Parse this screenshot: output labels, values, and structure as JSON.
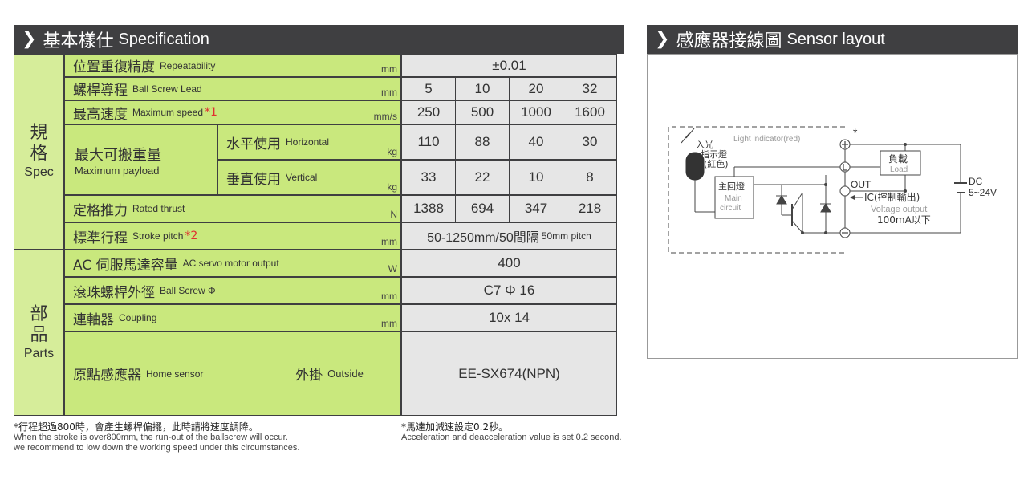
{
  "spec": {
    "header": {
      "arrow": "❯",
      "zh": "基本樣仕",
      "en": "Specification"
    },
    "side_spec": {
      "zh1": "規",
      "zh2": "格",
      "en": "Spec"
    },
    "side_parts": {
      "zh1": "部",
      "zh2": "品",
      "en": "Parts"
    },
    "rows": {
      "repeatability": {
        "zh": "位置重復精度",
        "en": "Repeatability",
        "unit": "mm",
        "value": "±0.01"
      },
      "lead": {
        "zh": "螺桿導程",
        "en": "Ball Screw Lead",
        "unit": "mm",
        "values": [
          "5",
          "10",
          "20",
          "32"
        ]
      },
      "speed": {
        "zh": "最高速度",
        "en": "Maximum speed",
        "note": "*1",
        "unit": "mm/s",
        "values": [
          "250",
          "500",
          "1000",
          "1600"
        ]
      },
      "payload": {
        "zh": "最大可搬重量",
        "en": "Maximum payload",
        "horizontal": {
          "zh": "水平使用",
          "en": "Horizontal",
          "unit": "kg",
          "values": [
            "110",
            "88",
            "40",
            "30"
          ]
        },
        "vertical": {
          "zh": "垂直使用",
          "en": "Vertical",
          "unit": "kg",
          "values": [
            "33",
            "22",
            "10",
            "8"
          ]
        }
      },
      "thrust": {
        "zh": "定格推力",
        "en": "Rated thrust",
        "unit": "N",
        "values": [
          "1388",
          "694",
          "347",
          "218"
        ]
      },
      "stroke": {
        "zh": "標準行程",
        "en": "Stroke pitch",
        "note": "*2",
        "unit": "mm",
        "value_main": "50-1250mm/50間隔",
        "value_small": "50mm pitch"
      },
      "motor": {
        "zh": "AC 伺服馬達容量",
        "en": "AC servo motor output",
        "unit": "W",
        "value": "400"
      },
      "screw_dia": {
        "zh": "滾珠螺桿外徑",
        "en": "Ball Screw Φ",
        "unit": "mm",
        "value": "C7 Φ 16"
      },
      "coupling": {
        "zh": "連軸器",
        "en": "Coupling",
        "unit": "mm",
        "value": "10x 14"
      },
      "home_sensor": {
        "zh": "原點感應器",
        "en": "Home sensor",
        "type_zh": "外掛",
        "type_en": "Outside",
        "value": "EE-SX674(NPN)"
      }
    }
  },
  "notes": {
    "left_zh": "*行程超過800時，會產生螺桿偏擺，此時請將速度調降。",
    "left_en1": "When the stroke is over800mm, the run-out of the ballscrew will occur.",
    "left_en2": "we recommend to low down the working speed under this circumstances.",
    "right_zh": "*馬達加減速設定0.2秒。",
    "right_en": "Acceleration and deacceleration value is set 0.2 second."
  },
  "sensor": {
    "header": {
      "arrow": "❯",
      "zh": "感應器接線圖",
      "en": "Sensor layout"
    },
    "light_indicator": "Light indicator(red)",
    "in_light": "入光",
    "indicator_zh": "指示燈",
    "red_zh": "(紅色)",
    "plus": "⊕",
    "star": "*",
    "l_term": "Ⓛ",
    "out": "OUT",
    "minus": "⊖",
    "load_zh": "負載",
    "load_en": "Load",
    "main_zh": "主回燈",
    "main_en1": "Main",
    "main_en2": "circuit",
    "ic": "IC(控制輸出)",
    "voltage_output": "Voltage output",
    "current": "100mA以下",
    "dc": "DC",
    "dc_range": "5~24V"
  }
}
